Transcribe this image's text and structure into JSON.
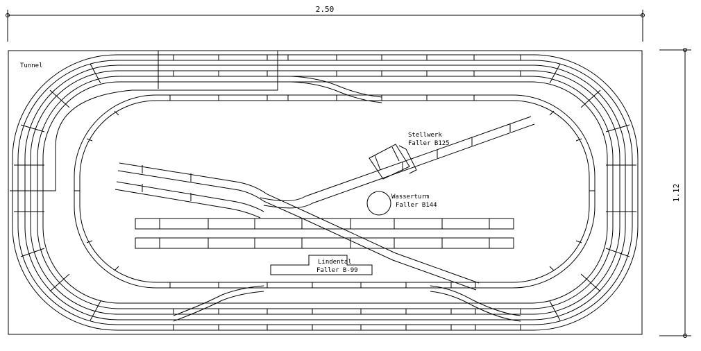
{
  "dimensions": {
    "width": "2.50",
    "height": "1.12"
  },
  "labels": {
    "tunnel": "Tunnel",
    "stellwerk_1": "Stellwerk",
    "stellwerk_2": "Faller B125",
    "wasserturm_1": "Wasserturm",
    "wasserturm_2": "Faller B144",
    "lindental_1": "Lindental",
    "lindental_2": "Faller B-99"
  }
}
